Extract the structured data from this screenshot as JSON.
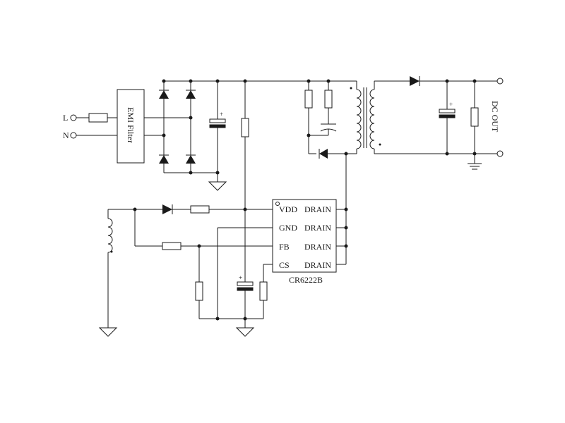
{
  "inputs": {
    "line_label": "L",
    "neutral_label": "N"
  },
  "emi_filter": {
    "label": "EMI Filter"
  },
  "output": {
    "label": "DC   OUT"
  },
  "ic": {
    "part_number": "CR6222B",
    "left_pins": [
      "VDD",
      "GND",
      "FB",
      "CS"
    ],
    "right_pins": [
      "DRAIN",
      "DRAIN",
      "DRAIN",
      "DRAIN"
    ]
  },
  "polarity": {
    "plus": "+"
  }
}
